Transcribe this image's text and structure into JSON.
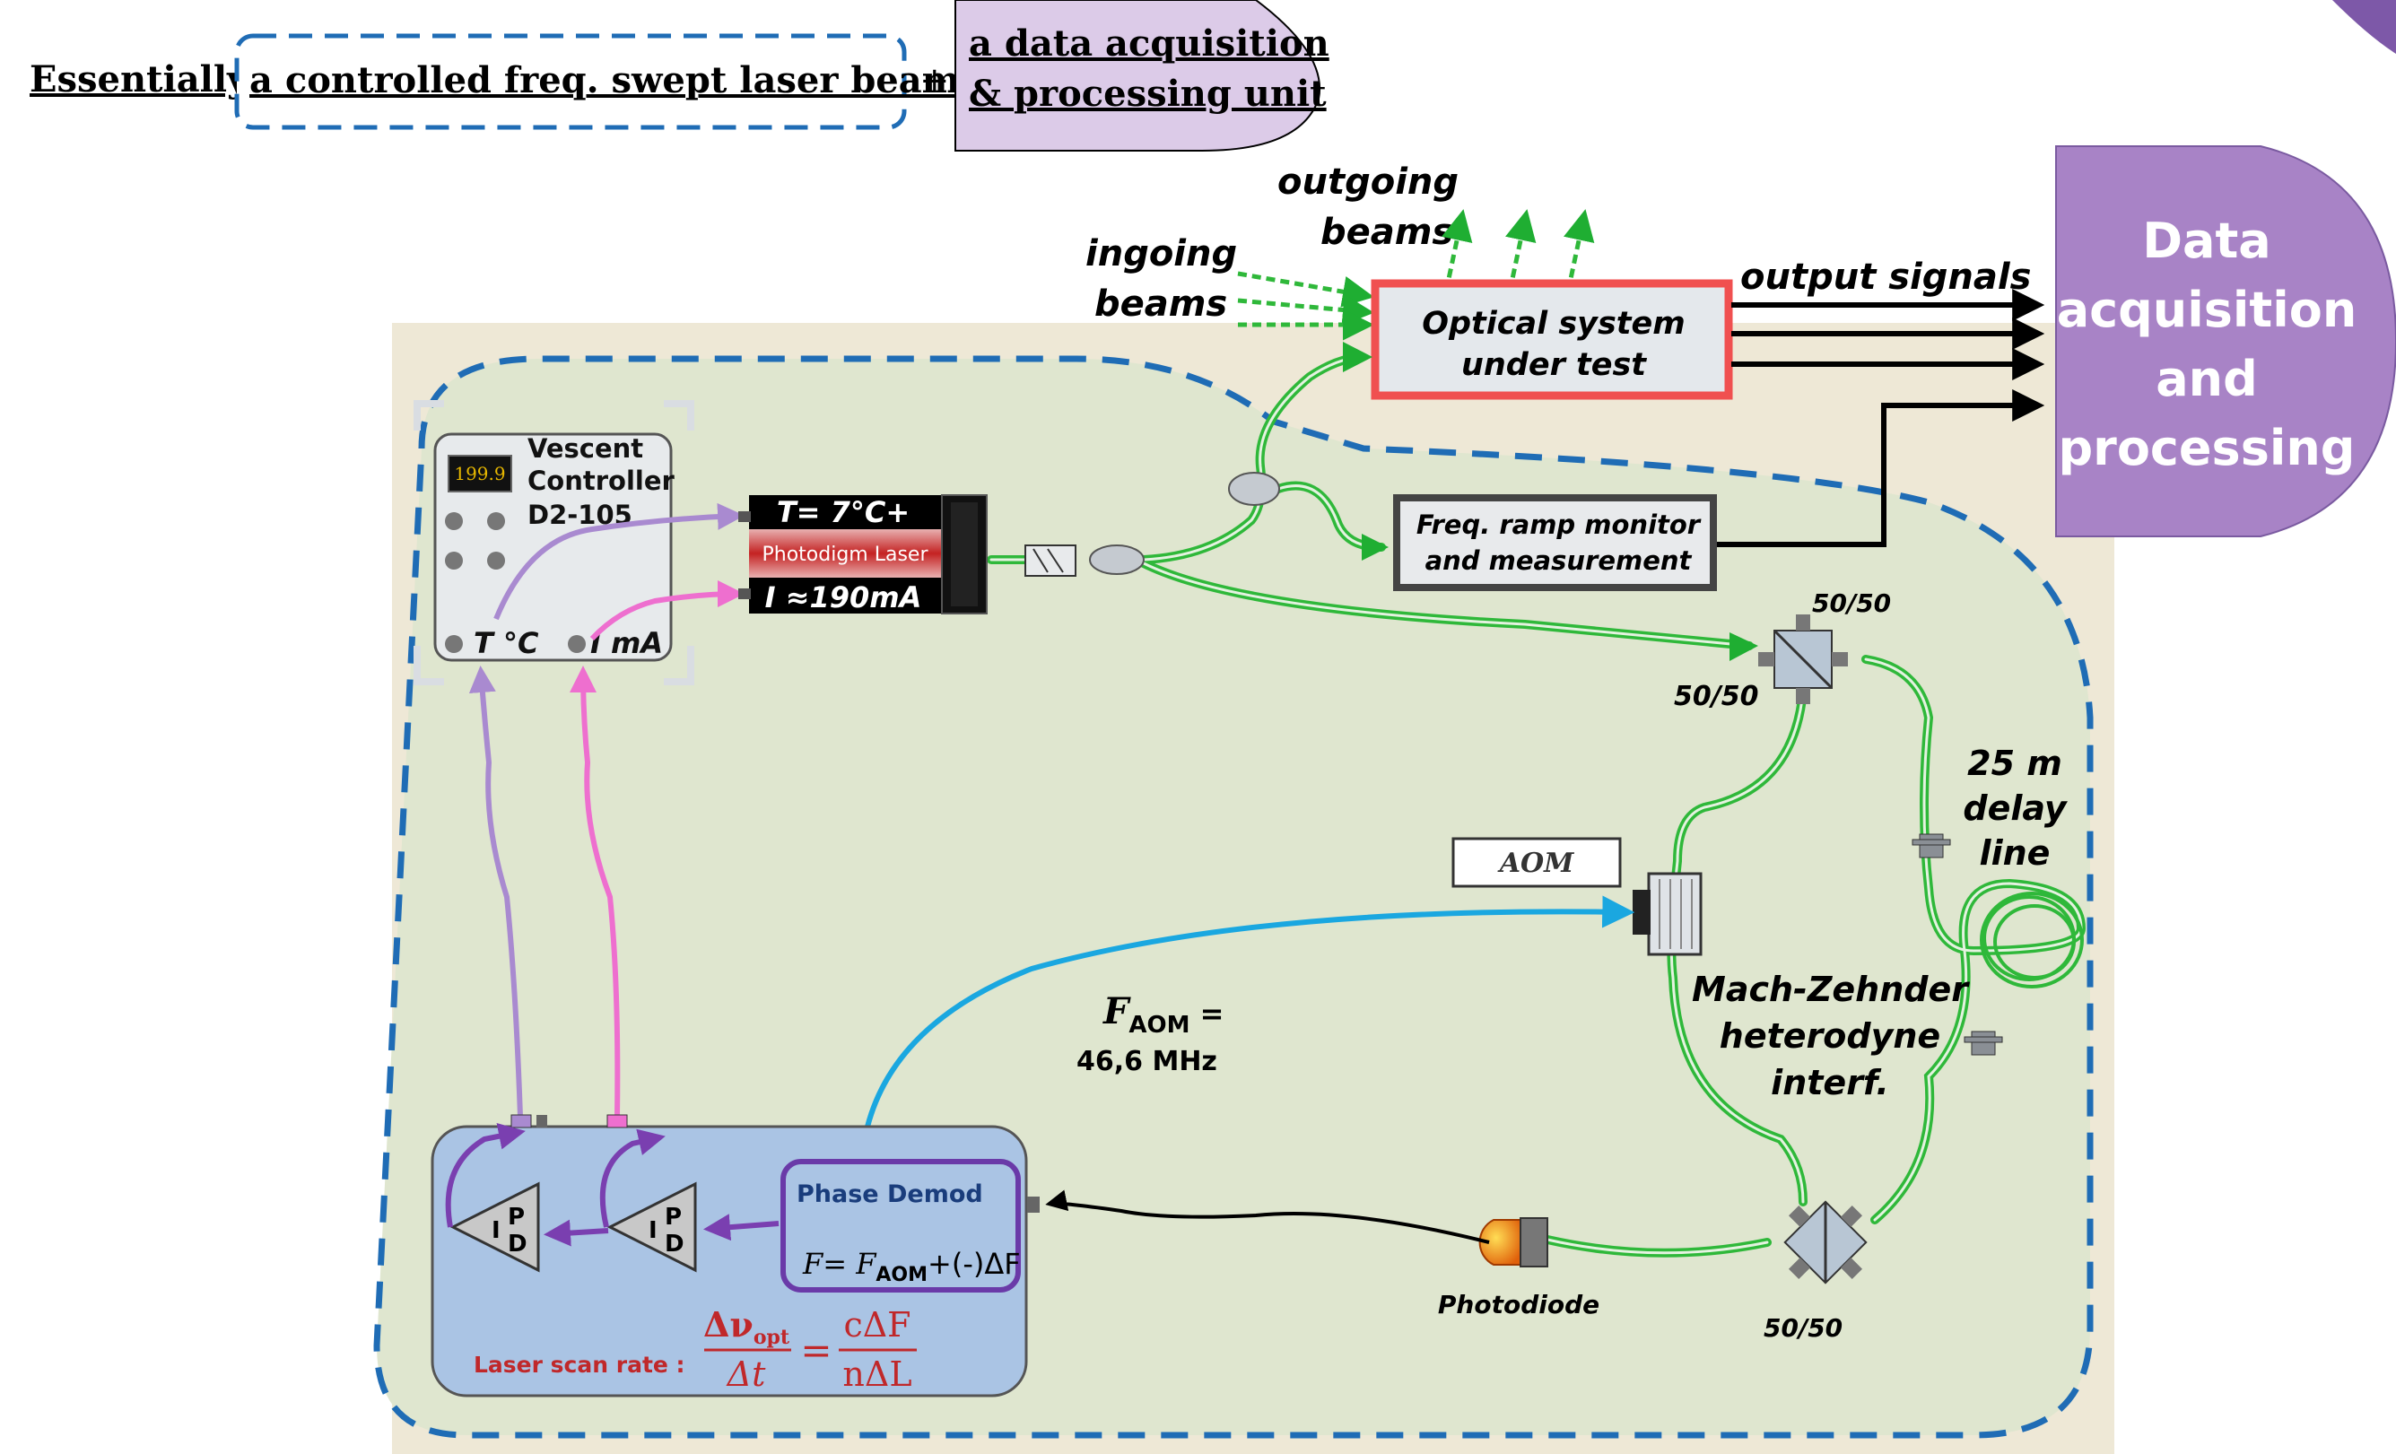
{
  "header": {
    "prefix": "Essentially",
    "laser_box": "a controlled freq. swept laser beam",
    "plus": "+",
    "daq_line1": "a data acquisition",
    "daq_line2": "& processing unit"
  },
  "optical": {
    "outgoing_line1": "outgoing",
    "outgoing_line2": "beams",
    "ingoing_line1": "ingoing",
    "ingoing_line2": "beams",
    "system_line1": "Optical system",
    "system_line2": "under test",
    "output_signals": "output signals"
  },
  "daq_block": {
    "line1": "Data",
    "line2": "acquisition",
    "line3": "and",
    "line4": "processing"
  },
  "controller": {
    "display": "199.9",
    "line1": "Vescent",
    "line2": "Controller",
    "line3": "D2-105",
    "temp_label": "T °C",
    "current_label": "I mA"
  },
  "laser": {
    "temperature": "T= 7°C+",
    "name": "Photodigm Laser",
    "current": "I ≈190mA"
  },
  "ramp_monitor": {
    "line1": "Freq. ramp monitor",
    "line2": "and measurement"
  },
  "interferometer": {
    "coupler_top_right": "50/50",
    "coupler_top_left": "50/50",
    "coupler_bottom": "50/50",
    "delay_line1": "25 m",
    "delay_line2": "delay",
    "delay_line3": "line",
    "aom_label": "AOM",
    "mz_line1": "Mach-Zehnder",
    "mz_line2": "heterodyne",
    "mz_line3": "interf.",
    "photodiode": "Photodiode",
    "faom_symbol": "F",
    "faom_sub": "AOM",
    "faom_eq": " =",
    "faom_value": "46,6 MHz"
  },
  "electronics": {
    "phase_demod": "Phase Demod",
    "f_eq_prefix": "F= F",
    "f_eq_sub": "AOM",
    "f_eq_suffix": "+(-)ΔF",
    "pid1_p": "P",
    "pid1_i": "I",
    "pid1_d": "D",
    "pid2_p": "P",
    "pid2_i": "I",
    "pid2_d": "D",
    "scan_rate_label": "Laser scan rate :",
    "frac1_num": "Δν",
    "frac1_num_sub": "opt",
    "frac1_den": "Δt",
    "equals": "=",
    "frac2_num": "cΔF",
    "frac2_den": "nΔL"
  },
  "colors": {
    "fiber_green": "#2fb83a",
    "dashed_blue": "#1f6cb5",
    "purple_block": "#a883c6",
    "lilac": "#dccbe8",
    "system_red": "#f05050",
    "aom_blue": "#1aa7e0",
    "temp_purple": "#a98ad0",
    "current_pink": "#ee6fcf",
    "electronics_blue": "#aac4e4",
    "formula_red": "#c0282a"
  }
}
